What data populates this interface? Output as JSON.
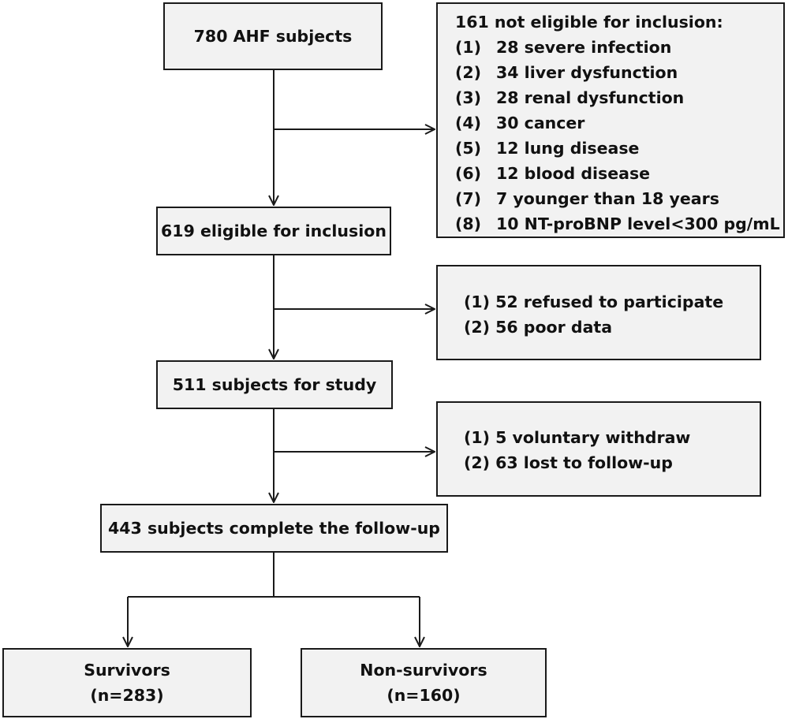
{
  "boxes": {
    "total": "780 AHF subjects",
    "eligible": "619 eligible for inclusion",
    "study": "511 subjects for study",
    "complete": "443 subjects complete the follow-up",
    "survivors": {
      "label": "Survivors",
      "count": "(n=283)"
    },
    "non_survivors": {
      "label": "Non-survivors",
      "count": "(n=160)"
    }
  },
  "exclusion_1": {
    "title": "161 not eligible for inclusion:",
    "items": [
      {
        "num": "(1)",
        "text": "28 severe infection"
      },
      {
        "num": "(2)",
        "text": "34 liver dysfunction"
      },
      {
        "num": "(3)",
        "text": "28 renal dysfunction"
      },
      {
        "num": "(4)",
        "text": "30 cancer"
      },
      {
        "num": "(5)",
        "text": "12 lung disease"
      },
      {
        "num": "(6)",
        "text": "12 blood disease"
      },
      {
        "num": "(7)",
        "text": "7 younger than 18 years"
      },
      {
        "num": "(8)",
        "text": "10 NT-proBNP level<300 pg/mL"
      }
    ]
  },
  "exclusion_2": {
    "items": [
      "(1) 52 refused to participate",
      "(2) 56 poor data"
    ]
  },
  "exclusion_3": {
    "items": [
      "(1) 5 voluntary withdraw",
      "(2) 63 lost to follow-up"
    ]
  }
}
